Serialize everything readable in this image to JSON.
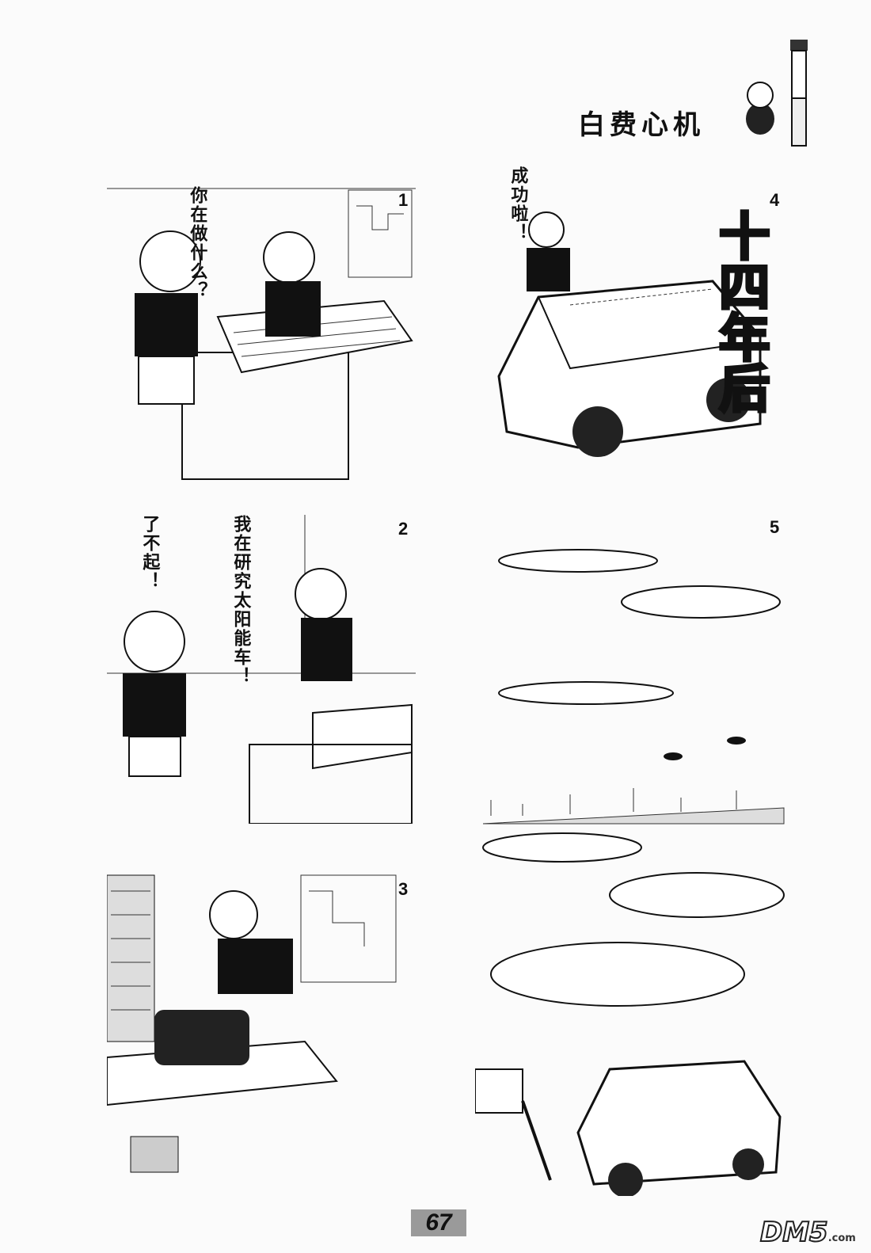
{
  "page": {
    "title": "白费心机",
    "page_number": "67"
  },
  "panels": [
    {
      "number": "1",
      "speech": [
        "你在做什么？"
      ]
    },
    {
      "number": "2",
      "speech": [
        "我在研究太阳能车！",
        "了不起！"
      ]
    },
    {
      "number": "3",
      "speech": []
    },
    {
      "number": "4",
      "speech": [
        "成功啦！"
      ],
      "caption": "十四年后"
    },
    {
      "number": "5",
      "speech": []
    }
  ],
  "watermark": {
    "main": "DM5",
    "suffix": ".com"
  }
}
